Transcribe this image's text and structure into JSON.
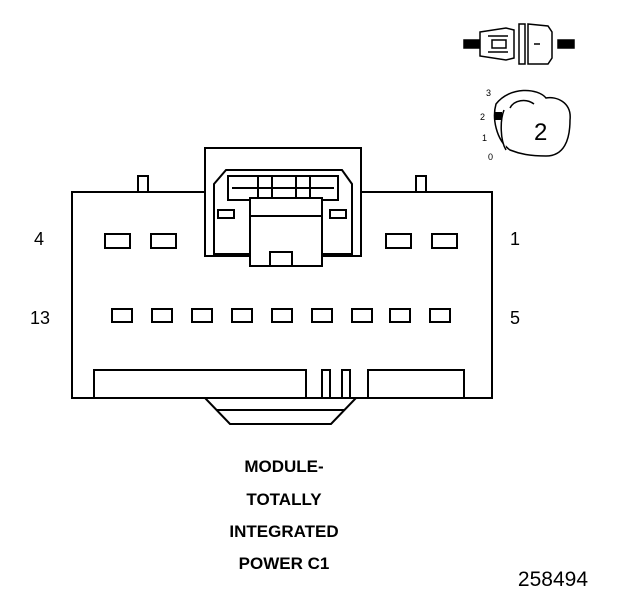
{
  "pins": {
    "top_left": "4",
    "top_right": "1",
    "bottom_left": "13",
    "bottom_right": "5"
  },
  "caption": {
    "line1": "MODULE-",
    "line2": "TOTALLY",
    "line3": "INTEGRATED",
    "line4": "POWER C1"
  },
  "figure_number": "258494",
  "cpa_position_view": {
    "scale_3": "3",
    "scale_2": "2",
    "scale_1": "1",
    "scale_0": "0",
    "position_value": "2"
  }
}
